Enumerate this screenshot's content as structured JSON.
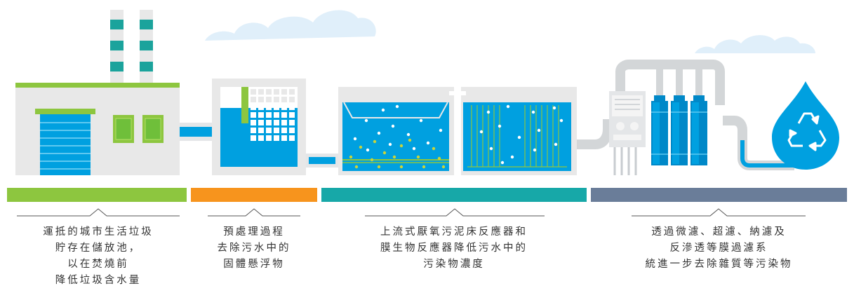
{
  "colors": {
    "stage_green": "#8dc63f",
    "stage_orange": "#f7941d",
    "stage_teal": "#17a8a8",
    "stage_slate": "#6a7d99",
    "water_blue": "#00a0e0",
    "building_grey": "#e8e8e8",
    "pipe_grey": "#d3d6d8",
    "cloud_blue": "#e0effa",
    "chimney_teal": "#1ba39c"
  },
  "icons": [
    "factory-icon",
    "screening-tank-icon",
    "reactor-tank-icon",
    "membrane-filter-icon",
    "water-drop-icon",
    "recycle-icon",
    "cloud-icon"
  ],
  "stages": [
    {
      "id": "storage",
      "color": "#8dc63f",
      "lines": [
        "運抵的城市生活垃圾",
        "貯存在儲放池，",
        "以在焚燒前",
        "降低垃圾含水量"
      ]
    },
    {
      "id": "pretreatment",
      "color": "#f7941d",
      "lines": [
        "預處理過程",
        "去除污水中的",
        "固體懸浮物"
      ]
    },
    {
      "id": "reactors",
      "color": "#17a8a8",
      "lines": [
        "上流式厭氧污泥床反應器和",
        "膜生物反應器降低污水中的",
        "污染物濃度"
      ]
    },
    {
      "id": "membrane",
      "color": "#6a7d99",
      "lines": [
        "透過微濾、超濾、納濾及",
        "反滲透等膜過濾系",
        "統進一步去除雜質等污染物"
      ]
    }
  ]
}
